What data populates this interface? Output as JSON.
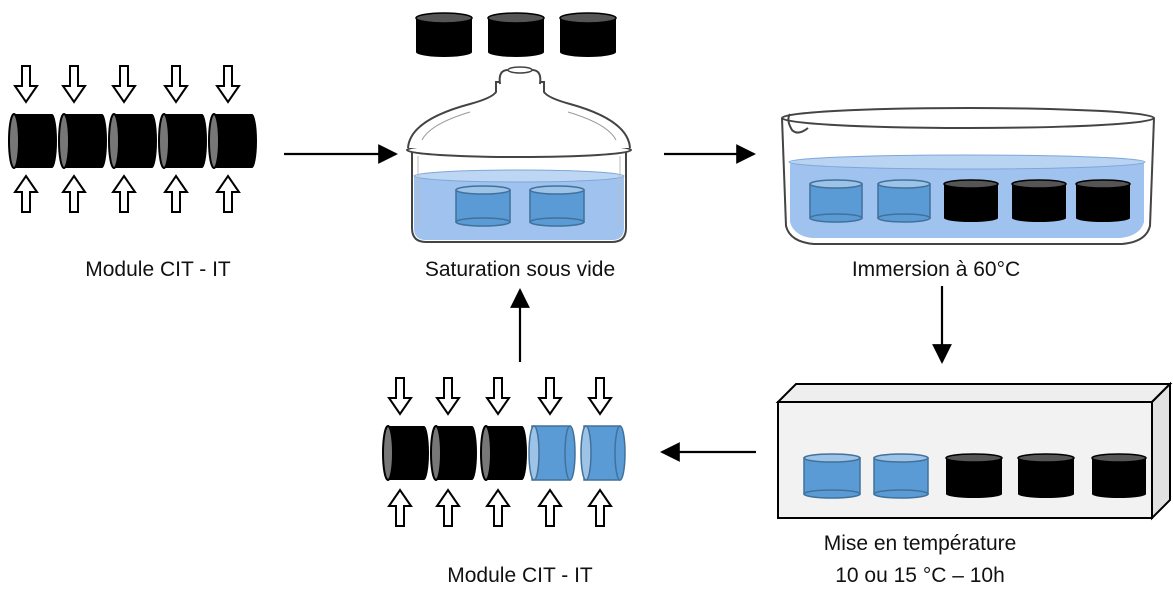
{
  "labels": {
    "module_left": "Module CIT - IT",
    "saturation": "Saturation sous vide",
    "immersion": "Immersion à 60°C",
    "module_bottom": "Module CIT - IT",
    "mise_line1": "Mise en température",
    "mise_line2": "10 ou 15 °C – 10h"
  },
  "colors": {
    "sample_black": "#000000",
    "sample_blue": "#5b9bd5",
    "water": "#9fc3ee",
    "arrow": "#000000"
  }
}
